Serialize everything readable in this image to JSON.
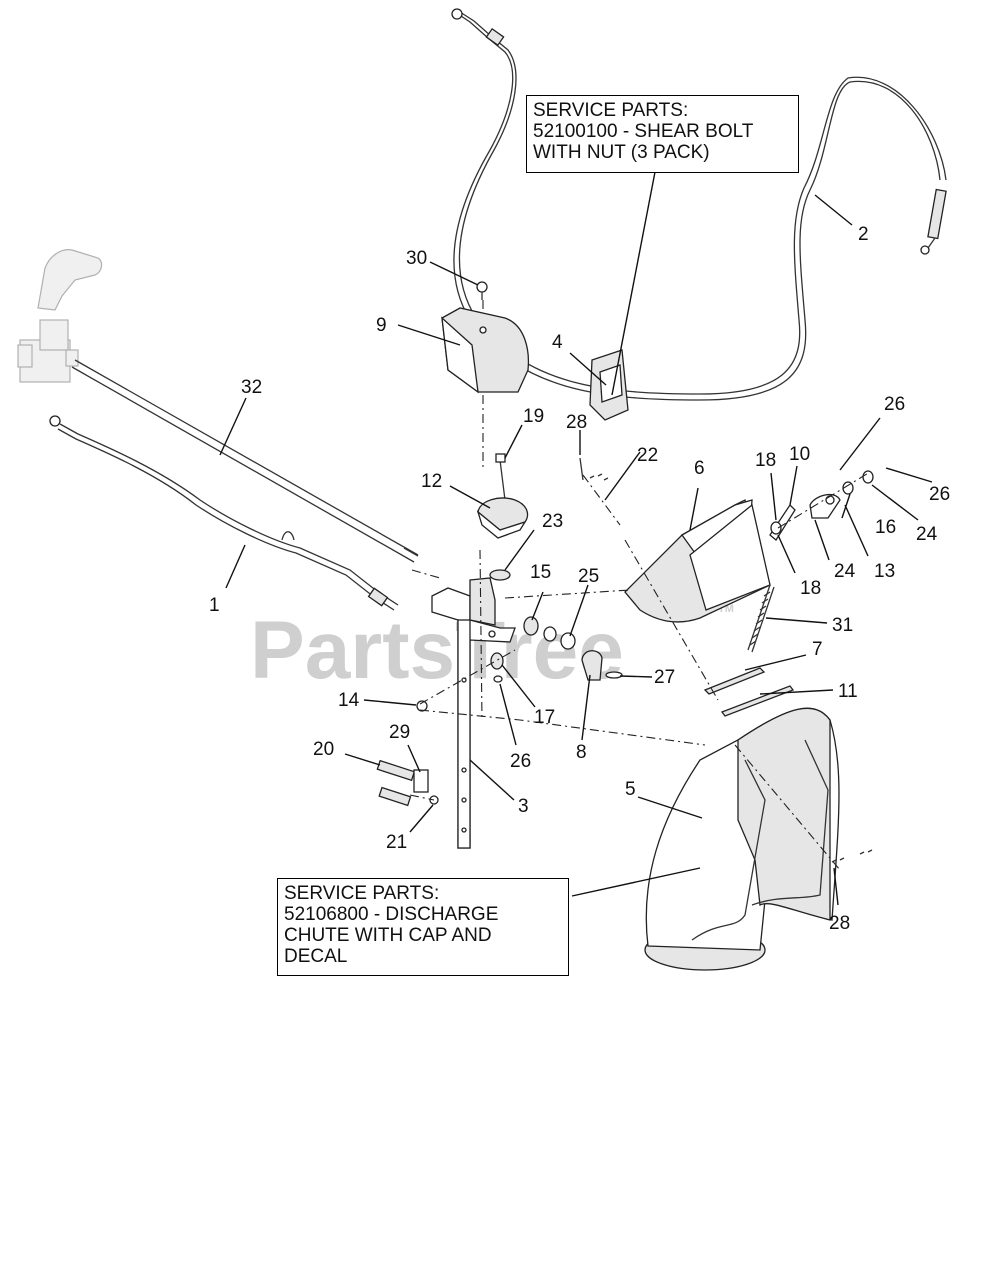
{
  "watermark": {
    "text": "PartsTree",
    "tm": "TM"
  },
  "service_boxes": [
    {
      "lines": [
        "SERVICE PARTS:",
        "52100100 - SHEAR BOLT",
        "WITH NUT (3 PACK)"
      ]
    },
    {
      "lines": [
        "SERVICE PARTS:",
        "52106800 - DISCHARGE",
        "CHUTE WITH CAP AND",
        "DECAL"
      ]
    }
  ],
  "callouts": {
    "c1": "1",
    "c2": "2",
    "c3": "3",
    "c4": "4",
    "c5": "5",
    "c6": "6",
    "c7": "7",
    "c8": "8",
    "c9": "9",
    "c10": "10",
    "c11": "11",
    "c12": "12",
    "c13": "13",
    "c14": "14",
    "c15": "15",
    "c16": "16",
    "c17": "17",
    "c18a": "18",
    "c18b": "18",
    "c19": "19",
    "c20": "20",
    "c21": "21",
    "c22": "22",
    "c23": "23",
    "c24a": "24",
    "c24b": "24",
    "c25": "25",
    "c26a": "26",
    "c26b": "26",
    "c26c": "26",
    "c27": "27",
    "c28a": "28",
    "c28b": "28",
    "c29": "29",
    "c30": "30",
    "c31": "31",
    "c32": "32"
  }
}
